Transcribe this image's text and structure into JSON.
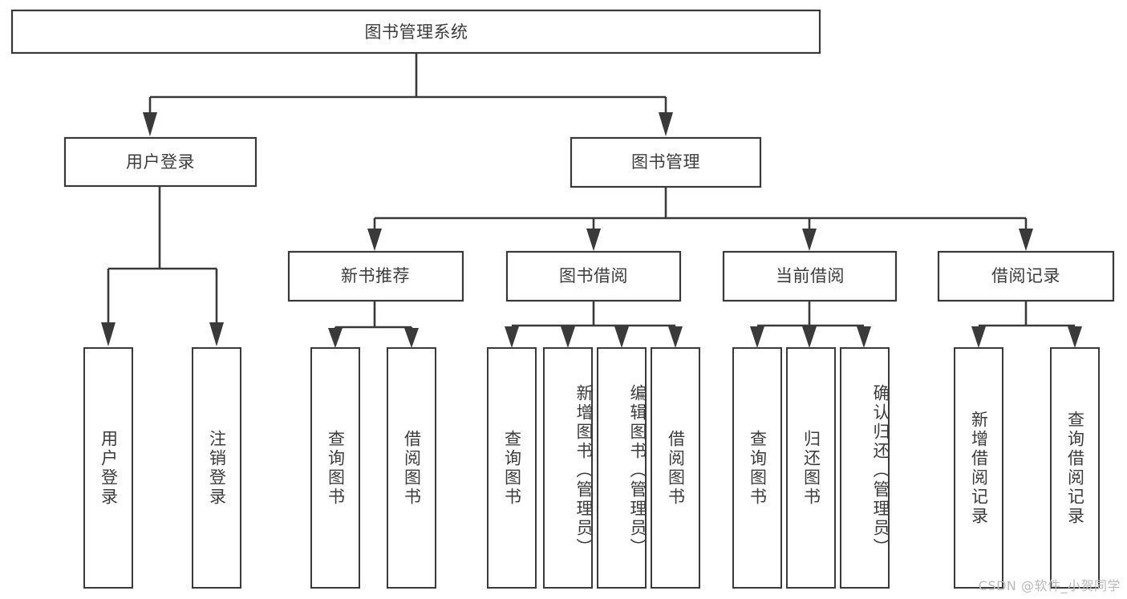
{
  "diagram": {
    "type": "tree",
    "title": "图书管理系统",
    "root": {
      "id": "root",
      "label": "图书管理系统"
    },
    "level2": [
      {
        "id": "user-login",
        "label": "用户登录"
      },
      {
        "id": "book-manage",
        "label": "图书管理"
      }
    ],
    "level3": [
      {
        "id": "new-book-rec",
        "label": "新书推荐",
        "parent": "book-manage"
      },
      {
        "id": "book-borrow",
        "label": "图书借阅",
        "parent": "book-manage"
      },
      {
        "id": "current-borrow",
        "label": "当前借阅",
        "parent": "book-manage"
      },
      {
        "id": "borrow-record",
        "label": "借阅记录",
        "parent": "book-manage"
      }
    ],
    "leaves": {
      "user_login": [
        {
          "id": "leaf-user-login",
          "label": "用户登录"
        },
        {
          "id": "leaf-user-logout",
          "label": "注销登录"
        }
      ],
      "new_book_rec": [
        {
          "id": "leaf-query-book-1",
          "label": "查询图书"
        },
        {
          "id": "leaf-borrow-book-1",
          "label": "借阅图书"
        }
      ],
      "book_borrow": [
        {
          "id": "leaf-query-book-2",
          "label": "查询图书"
        },
        {
          "id": "leaf-add-book",
          "label": "新增图书（管理员）"
        },
        {
          "id": "leaf-edit-book",
          "label": "编辑图书（管理员）"
        },
        {
          "id": "leaf-borrow-book-2",
          "label": "借阅图书"
        }
      ],
      "current_borrow": [
        {
          "id": "leaf-query-book-3",
          "label": "查询图书"
        },
        {
          "id": "leaf-return-book",
          "label": "归还图书"
        },
        {
          "id": "leaf-confirm-return",
          "label": "确认归还（管理员）"
        }
      ],
      "borrow_record": [
        {
          "id": "leaf-add-record",
          "label": "新增借阅记录"
        },
        {
          "id": "leaf-query-record",
          "label": "查询借阅记录"
        }
      ]
    }
  },
  "watermark": {
    "text": "CSDN @软件_小贺同学"
  },
  "colors": {
    "box_stroke": "#393939",
    "connector": "#3a3a3a",
    "text": "#3c3c3c",
    "background": "#ffffff",
    "watermark": "#b9b9b9"
  }
}
